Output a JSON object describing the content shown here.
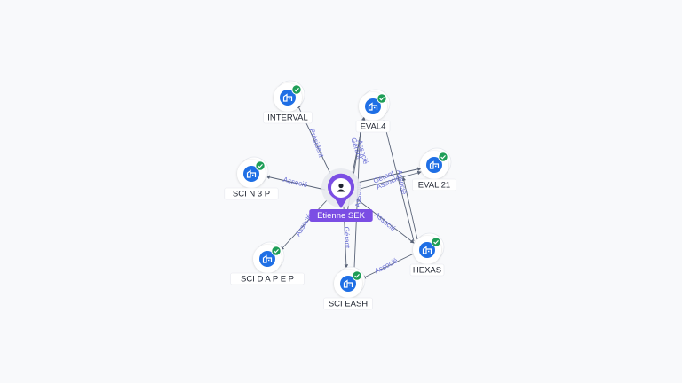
{
  "graph": {
    "center": {
      "label": "Etienne SEK",
      "icon": "person-icon"
    },
    "companies": [
      {
        "id": "interval",
        "label": "INTERVAL",
        "icon": "company-icon",
        "verified": true
      },
      {
        "id": "eval4",
        "label": "EVAL4",
        "icon": "company-icon",
        "verified": true
      },
      {
        "id": "eval21",
        "label": "EVAL 21",
        "icon": "company-icon",
        "verified": true
      },
      {
        "id": "scin3p",
        "label": "SCI N 3 P",
        "icon": "company-icon",
        "verified": true
      },
      {
        "id": "scidapep",
        "label": "SCI D A P E P",
        "icon": "company-icon",
        "verified": true
      },
      {
        "id": "hexas",
        "label": "HEXAS",
        "icon": "company-icon",
        "verified": true
      },
      {
        "id": "scieash",
        "label": "SCI EASH",
        "icon": "company-icon",
        "verified": true
      }
    ],
    "edges": [
      {
        "from": "center",
        "to": "interval",
        "label": "Président"
      },
      {
        "from": "center",
        "to": "eval4",
        "label": "Gérant"
      },
      {
        "from": "center",
        "to": "eval4",
        "label": "Associé"
      },
      {
        "from": "center",
        "to": "eval21",
        "label": "Gérant"
      },
      {
        "from": "center",
        "to": "eval21",
        "label": "Associé"
      },
      {
        "from": "center",
        "to": "scin3p",
        "label": "Associé"
      },
      {
        "from": "center",
        "to": "scidapep",
        "label": "Associé"
      },
      {
        "from": "center",
        "to": "hexas",
        "label": "Associé"
      },
      {
        "from": "center",
        "to": "scieash",
        "label": "Gérant"
      },
      {
        "from": "scieash",
        "to": "eval4",
        "label": "Associé"
      },
      {
        "from": "hexas",
        "to": "eval4",
        "label": ""
      },
      {
        "from": "hexas",
        "to": "eval21",
        "label": "Associé"
      },
      {
        "from": "hexas",
        "to": "scieash",
        "label": "Associé"
      }
    ]
  },
  "colors": {
    "node_blue": "#1f6fe5",
    "check_green": "#1e9e57",
    "center_purple": "#7b4ee4",
    "edge_label": "#6a6fd6"
  }
}
